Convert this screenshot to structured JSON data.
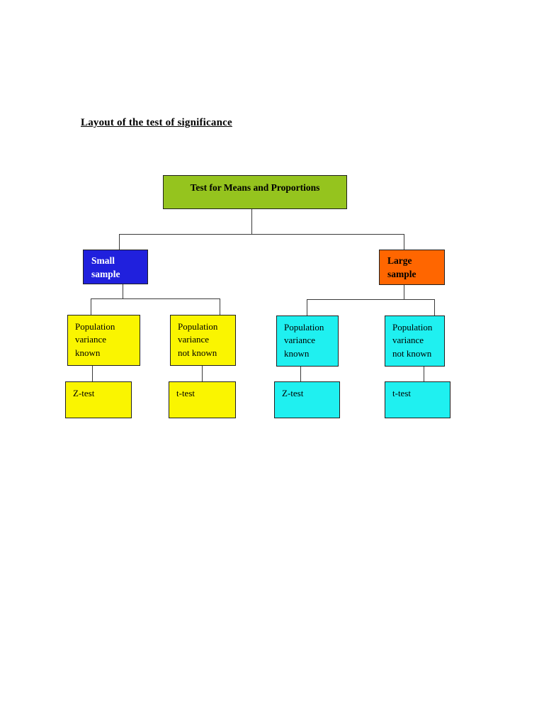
{
  "document": {
    "heading": "Layout of the test of significance"
  },
  "diagram": {
    "root": {
      "label": "Test for Means and Proportions"
    },
    "level2": [
      {
        "label": "Small\nsample"
      },
      {
        "label": "Large\nsample"
      }
    ],
    "level3": [
      {
        "label": "Population\nvariance\nknown"
      },
      {
        "label": "Population\nvariance\nnot known"
      },
      {
        "label": "Population\nvariance\nknown"
      },
      {
        "label": "Population\nvariance\nnot known"
      }
    ],
    "level4": [
      {
        "label": "Z-test"
      },
      {
        "label": "t-test"
      },
      {
        "label": "Z-test"
      },
      {
        "label": "t-test"
      }
    ]
  },
  "colors": {
    "page-bg": "#FFFFFF",
    "root-green": "#95C41E",
    "small-blue": "#2020DD",
    "large-orange": "#FF6600",
    "yellow": "#FAF500",
    "cyan": "#1FF0F0",
    "line": "#3A3A3A",
    "text-dark": "#000000",
    "text-light": "#FFFFFF"
  }
}
